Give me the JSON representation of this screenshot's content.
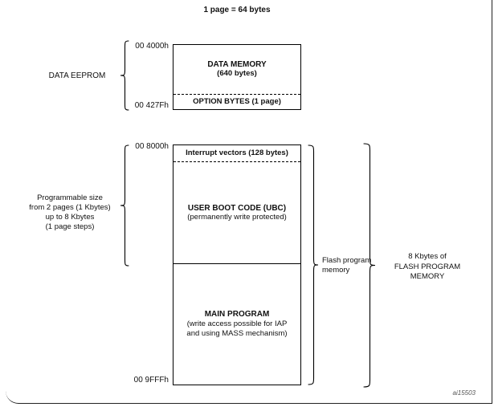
{
  "title": "1 page = 64 bytes",
  "eeprom": {
    "brace_label": "DATA EEPROM",
    "addr_top": "00 4000h",
    "addr_bottom": "00 427Fh",
    "data_memory_title": "DATA MEMORY",
    "data_memory_sub": "(640 bytes)",
    "option_bytes": "OPTION BYTES (1 page)"
  },
  "flash": {
    "addr_top": "00 8000h",
    "addr_bottom": "00 9FFFh",
    "interrupt_vectors": "Interrupt vectors (128 bytes)",
    "ubc_title": "USER BOOT CODE (UBC)",
    "ubc_sub": "(permanently write protected)",
    "main_title": "MAIN PROGRAM",
    "main_sub_lines": [
      "(write access possible for IAP",
      "and using MASS mechanism)"
    ],
    "programmable_label_lines": [
      "Programmable size",
      "from 2 pages (1 Kbytes)",
      "up to 8 Kbytes",
      "(1 page steps)"
    ],
    "flash_program_label_lines": [
      "Flash program",
      "memory"
    ],
    "flash_size_label_lines": [
      "8 Kbytes of",
      "FLASH PROGRAM",
      "MEMORY"
    ]
  },
  "footer": {
    "figure_id": "ai15503"
  }
}
